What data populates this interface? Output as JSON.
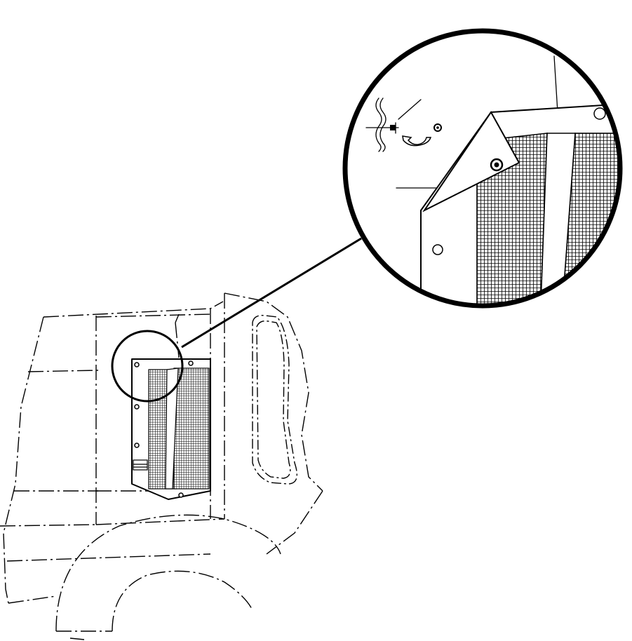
{
  "figure": {
    "description_visible_text": [],
    "colors": {
      "line": "#000000",
      "background": "#ffffff"
    },
    "parts": [
      "vehicle-body-outline",
      "rear-wheel-fender",
      "side-grille-panel",
      "mesh-screen",
      "mounting-bolts",
      "detail-callout-circle",
      "detail-magnified-view",
      "leader-line",
      "removal-arrow-icon",
      "screw-icon"
    ]
  }
}
